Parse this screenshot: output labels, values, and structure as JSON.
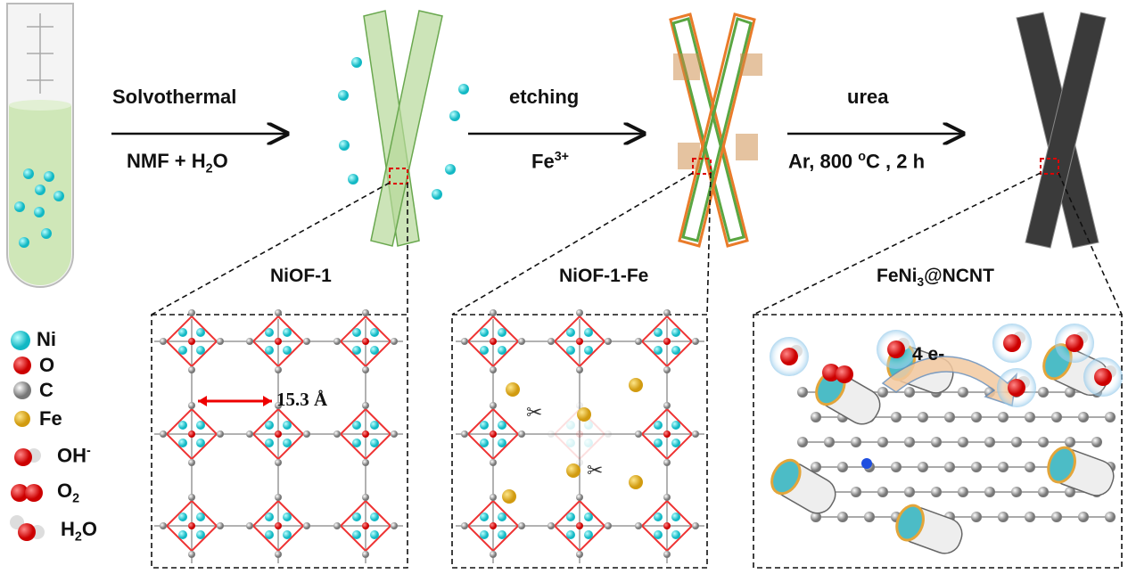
{
  "steps": [
    {
      "above": "Solvothermal",
      "below_pre": "NMF + H",
      "below_sub": "2",
      "below_post": "O"
    },
    {
      "above": "etching",
      "below_pre": "Fe",
      "below_sup": "3+"
    },
    {
      "above": "urea",
      "below_pre": "Ar, 800 ",
      "below_sup": "o",
      "below_post": "C , 2 h"
    }
  ],
  "materials": [
    "NiOF-1",
    "NiOF-1-Fe",
    "FeNi",
    "3",
    "@NCNT"
  ],
  "pore_size": "15.3 Å",
  "electrons": "4 e-",
  "legend": [
    {
      "label": "Ni",
      "color": "#22cfd8"
    },
    {
      "label": "O",
      "color": "#e01010"
    },
    {
      "label": "C",
      "color": "#9a9a9a"
    },
    {
      "label": "Fe",
      "color": "#e3b52a"
    },
    {
      "label": "OH",
      "sup": "-"
    },
    {
      "label": "O",
      "sub": "2"
    },
    {
      "label": "H",
      "sub": "2",
      "post": "O"
    }
  ]
}
